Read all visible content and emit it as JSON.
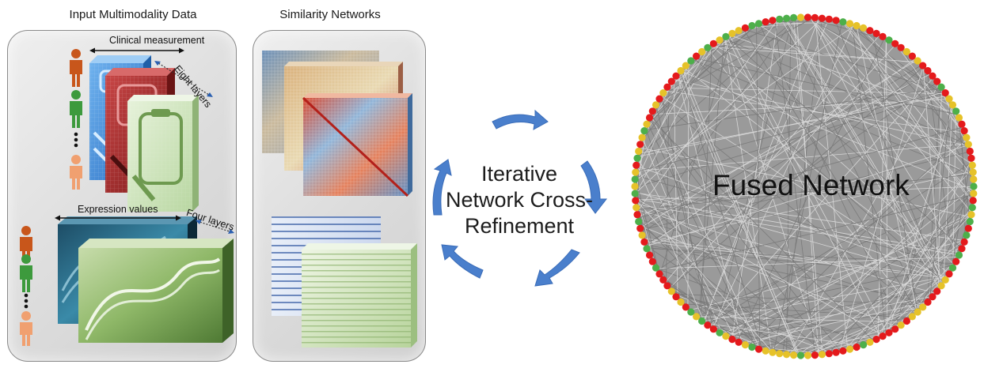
{
  "headers": {
    "input": "Input Multimodality Data",
    "similarity": "Similarity Networks"
  },
  "clinical": {
    "measurement_label": "Clinical measurement",
    "layers_label": "Eight layers"
  },
  "expression": {
    "values_label": "Expression values",
    "layers_label": "Four layers"
  },
  "center": {
    "line1": "Iterative",
    "line2": "Network Cross-",
    "line3": "Refinement"
  },
  "fused": {
    "label": "Fused Network"
  },
  "colors": {
    "arrow_blue": "#4a7fcc",
    "network_edges": "#8c8c8c",
    "node_red": "#e41a1c",
    "node_green": "#4daf4a",
    "node_yellow": "#e6c229",
    "person_orange": "#c8561b",
    "person_green": "#3d9a3d",
    "person_peach": "#f0a070"
  }
}
